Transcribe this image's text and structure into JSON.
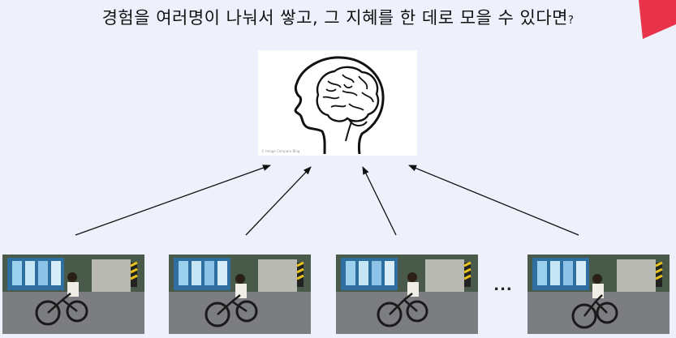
{
  "heading": {
    "text": "경험을 여러명이 나눠서 쌓고, 그 지혜를 한 데로 모을 수 있다면",
    "qmark": "?"
  },
  "brain_image": {
    "watermark": "© Image Compare Blog"
  },
  "ellipsis": "...",
  "colors": {
    "background": "#eef1fb",
    "accent": "#e8334a",
    "arrow": "#111111"
  },
  "photos": [
    {
      "subject": "boy-bicycle-street"
    },
    {
      "subject": "boy-bicycle-street"
    },
    {
      "subject": "boy-bicycle-street"
    },
    {
      "subject": "boy-bicycle-street"
    }
  ]
}
